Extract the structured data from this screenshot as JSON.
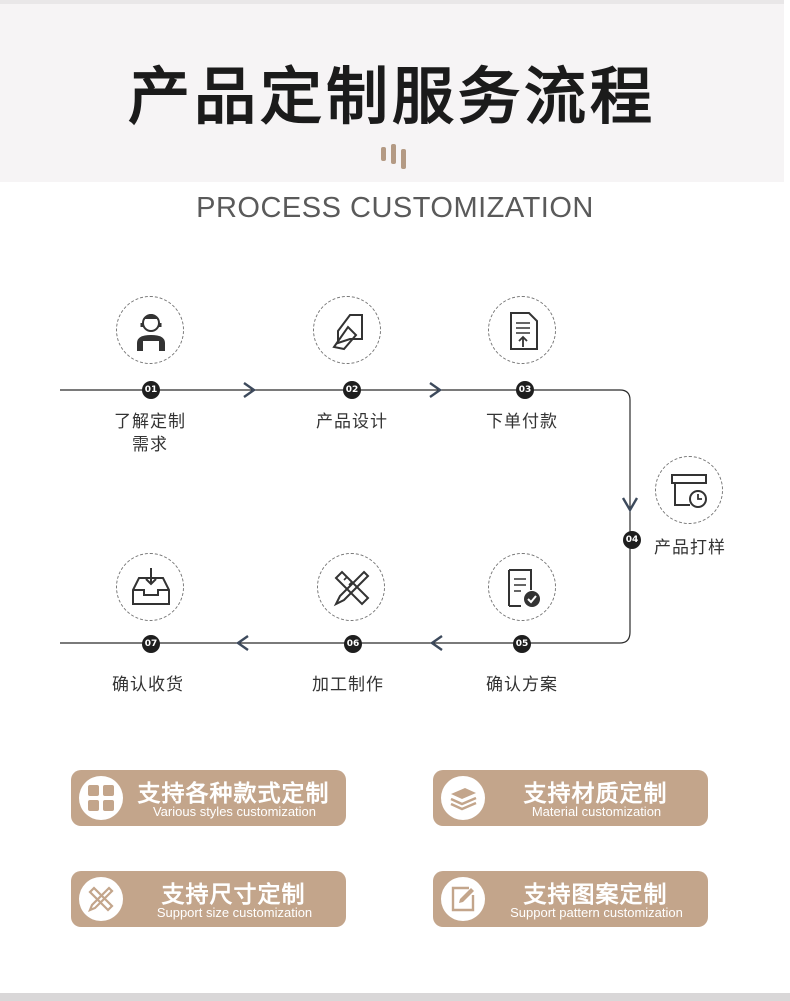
{
  "header": {
    "title": "产品定制服务流程",
    "subtitle": "PROCESS CUSTOMIZATION"
  },
  "steps": [
    {
      "number": "01",
      "label_line1": "了解定制",
      "label_line2": "需求",
      "icon": "customer-service-icon"
    },
    {
      "number": "02",
      "label_line1": "产品设计",
      "icon": "design-tool-icon"
    },
    {
      "number": "03",
      "label_line1": "下单付款",
      "icon": "order-document-icon"
    },
    {
      "number": "04",
      "label_line1": "产品打样",
      "icon": "sample-box-clock-icon"
    },
    {
      "number": "05",
      "label_line1": "确认方案",
      "icon": "confirm-plan-icon"
    },
    {
      "number": "06",
      "label_line1": "加工制作",
      "icon": "pencil-ruler-icon"
    },
    {
      "number": "07",
      "label_line1": "确认收货",
      "icon": "receive-inbox-icon"
    }
  ],
  "features": [
    {
      "title": "支持各种款式定制",
      "subtitle": "Various styles customization",
      "icon": "grid-styles-icon"
    },
    {
      "title": "支持材质定制",
      "subtitle": "Material customization",
      "icon": "material-stack-icon"
    },
    {
      "title": "支持尺寸定制",
      "subtitle": "Support size customization",
      "icon": "pencil-ruler-icon"
    },
    {
      "title": "支持图案定制",
      "subtitle": "Support pattern customization",
      "icon": "edit-pattern-icon"
    }
  ],
  "colors": {
    "accent": "#c3a58b",
    "line": "#2b2b2b",
    "arrow": "#3d4a5c",
    "dot": "#1e1e1e"
  }
}
